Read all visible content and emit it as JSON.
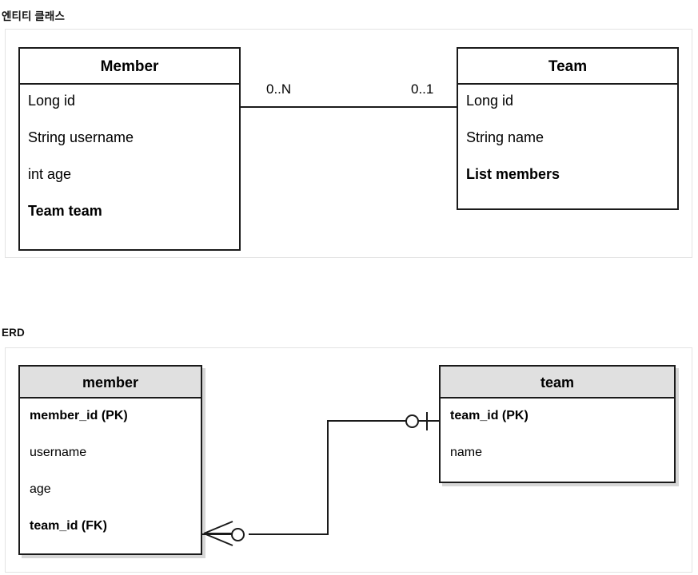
{
  "sections": {
    "class_diagram": {
      "label": "엔티티 클래스",
      "classes": [
        {
          "name": "Member",
          "attributes": [
            {
              "text": "Long id",
              "bold": false
            },
            {
              "text": "String username",
              "bold": false
            },
            {
              "text": "int age",
              "bold": false
            },
            {
              "text": "Team team",
              "bold": true
            }
          ]
        },
        {
          "name": "Team",
          "attributes": [
            {
              "text": "Long id",
              "bold": false
            },
            {
              "text": "String name",
              "bold": false
            },
            {
              "text": "List members",
              "bold": true
            }
          ]
        }
      ],
      "association": {
        "source_multiplicity": "0..N",
        "target_multiplicity": "0..1"
      }
    },
    "erd": {
      "label": "ERD",
      "tables": [
        {
          "name": "member",
          "columns": [
            {
              "text": "member_id (PK)",
              "key": true
            },
            {
              "text": "username",
              "key": false
            },
            {
              "text": "age",
              "key": false
            },
            {
              "text": "team_id (FK)",
              "key": true
            }
          ]
        },
        {
          "name": "team",
          "columns": [
            {
              "text": "team_id (PK)",
              "key": true
            },
            {
              "text": "name",
              "key": false
            }
          ]
        }
      ],
      "relationship": {
        "member_side_notation": "zero-or-many",
        "team_side_notation": "zero-or-one"
      }
    }
  },
  "colors": {
    "line": "#1a1a1a",
    "table_header_fill": "#e0e0e0",
    "frame_border": "#e3e3e3",
    "background": "#ffffff"
  }
}
